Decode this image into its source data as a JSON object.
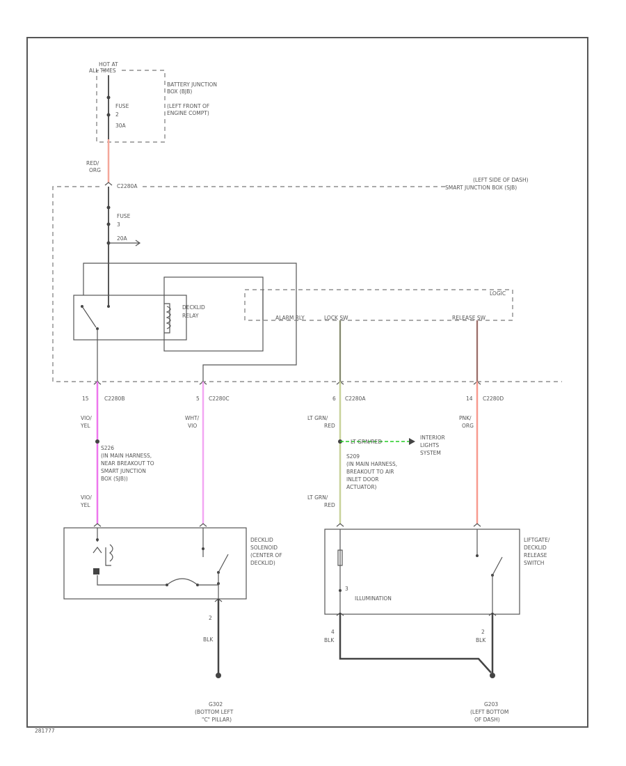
{
  "hot_at": [
    "HOT AT",
    "ALL TIMES"
  ],
  "battery_junction": [
    "BATTERY JUNCTION",
    "BOX (BJB)",
    "(LEFT FRONT OF",
    "ENGINE COMPT)"
  ],
  "fuse1": [
    "FUSE",
    "2",
    "30A"
  ],
  "wire_red_org": [
    "RED/",
    "ORG"
  ],
  "conn_c2280a": "C2280A",
  "sjb_location": [
    "(LEFT SIDE OF DASH)",
    "SMART JUNCTION BOX (SJB)"
  ],
  "fuse2": [
    "FUSE",
    "3",
    "20A"
  ],
  "decklid_relay": [
    "DECKLID",
    "RELAY"
  ],
  "logic": "LOGIC",
  "pins": {
    "alarm_rly": "ALARM RLY",
    "lock_sw": "LOCK SW",
    "release_sw": "RELEASE SW"
  },
  "connectors": [
    {
      "pin": "15",
      "name": "C2280B"
    },
    {
      "pin": "5",
      "name": "C2280C"
    },
    {
      "pin": "6",
      "name": "C2280A"
    },
    {
      "pin": "14",
      "name": "C2280D"
    }
  ],
  "wire_vio_yel_top": [
    "VIO/",
    "YEL"
  ],
  "wire_wht_vio": [
    "WHT/",
    "VIO"
  ],
  "wire_ltgrn_red_top": [
    "LT GRN/",
    "RED"
  ],
  "wire_pnk_org": [
    "PNK/",
    "ORG"
  ],
  "splice_s226": [
    "S226",
    "(IN MAIN HARNESS,",
    "NEAR BREAKOUT TO",
    "SMART JUNCTION",
    "BOX (SJB))"
  ],
  "wire_vio_yel_bottom": [
    "VIO/",
    "YEL"
  ],
  "wire_lt_grn_red_inline": "LT GRN/RED",
  "interior_lights": [
    "INTERIOR",
    "LIGHTS",
    "SYSTEM"
  ],
  "splice_s209": [
    "S209",
    "(IN MAIN HARNESS,",
    "BREAKOUT TO AIR",
    "INLET DOOR",
    "ACTUATOR)"
  ],
  "wire_ltgrn_red_bottom": [
    "LT GRN/",
    "RED"
  ],
  "decklid_solenoid": [
    "DECKLID",
    "SOLENOID",
    "(CENTER OF",
    "DECKLID)"
  ],
  "liftgate_switch": [
    "LIFTGATE/",
    "DECKLID",
    "RELEASE",
    "SWITCH"
  ],
  "illumination": "ILLUMINATION",
  "pin_labels": {
    "sol_pin": "2",
    "ill_pin": "3",
    "g1_pin": "4",
    "g2_pin": "2"
  },
  "wire_blk": "BLK",
  "ground_g302": [
    "G302",
    "(BOTTOM LEFT",
    "\"C\" PILLAR)"
  ],
  "ground_g203": [
    "G203",
    "(LEFT BOTTOM",
    "OF DASH)"
  ],
  "figure_code": "281777",
  "colors": {
    "red_org": "#f4a79a",
    "vio_yel": "#ee77ee",
    "wht_vio": "#f3a6f3",
    "ltgrn_red": "#c8d29a",
    "pnk_org": "#f79a8f",
    "lt_grn_red_inline": "#22cc22"
  }
}
